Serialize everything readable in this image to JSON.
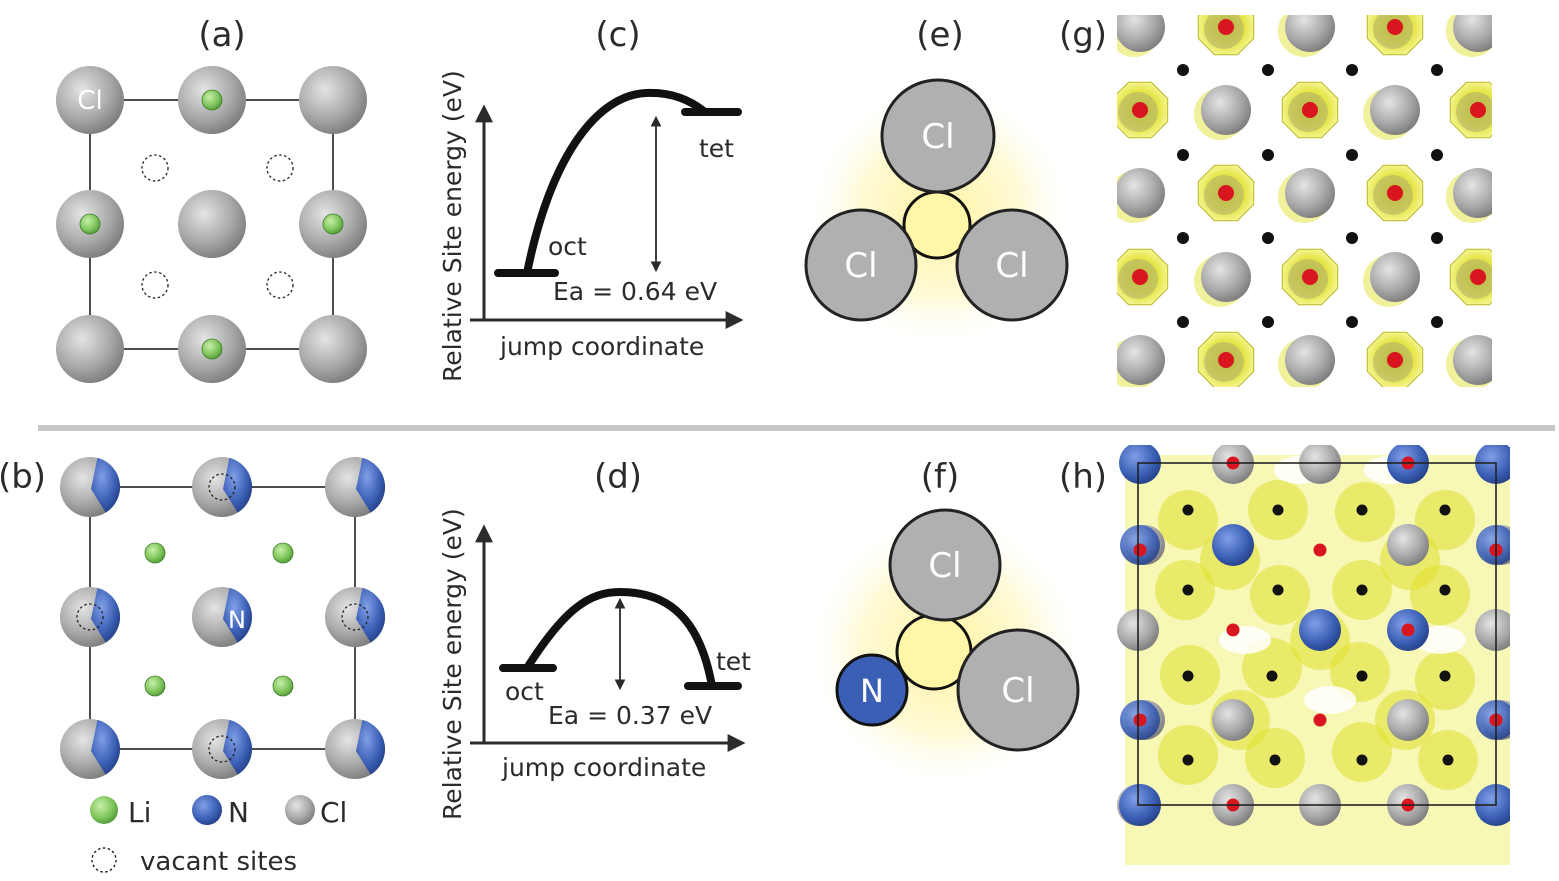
{
  "panels": {
    "a": {
      "label": "(a)",
      "atom_label": "Cl"
    },
    "b": {
      "label": "(b)",
      "atom_label": "N"
    },
    "c": {
      "label": "(c)",
      "ylabel": "Relative Site energy (eV)",
      "xlabel": "jump coordinate",
      "start": "oct",
      "end": "tet",
      "ea": "Ea = 0.64 eV"
    },
    "d": {
      "label": "(d)",
      "ylabel": "Relative Site energy (eV)",
      "xlabel": "jump coordinate",
      "start": "oct",
      "end": "tet",
      "ea": "Ea = 0.37 eV"
    },
    "e": {
      "label": "(e)",
      "atoms": [
        "Cl",
        "Cl",
        "Cl"
      ]
    },
    "f": {
      "label": "(f)",
      "atoms": [
        "Cl",
        "N",
        "Cl"
      ]
    },
    "g": {
      "label": "(g)"
    },
    "h": {
      "label": "(h)"
    }
  },
  "legend": {
    "li": "Li",
    "n": "N",
    "cl": "Cl",
    "vacant": "vacant sites"
  },
  "colors": {
    "cl": "#a9a9a9",
    "n": "#3b5fb5",
    "li": "#7cc35a",
    "density": "#e8e84a",
    "glow": "#fff4a0",
    "site": "#d9161f"
  }
}
